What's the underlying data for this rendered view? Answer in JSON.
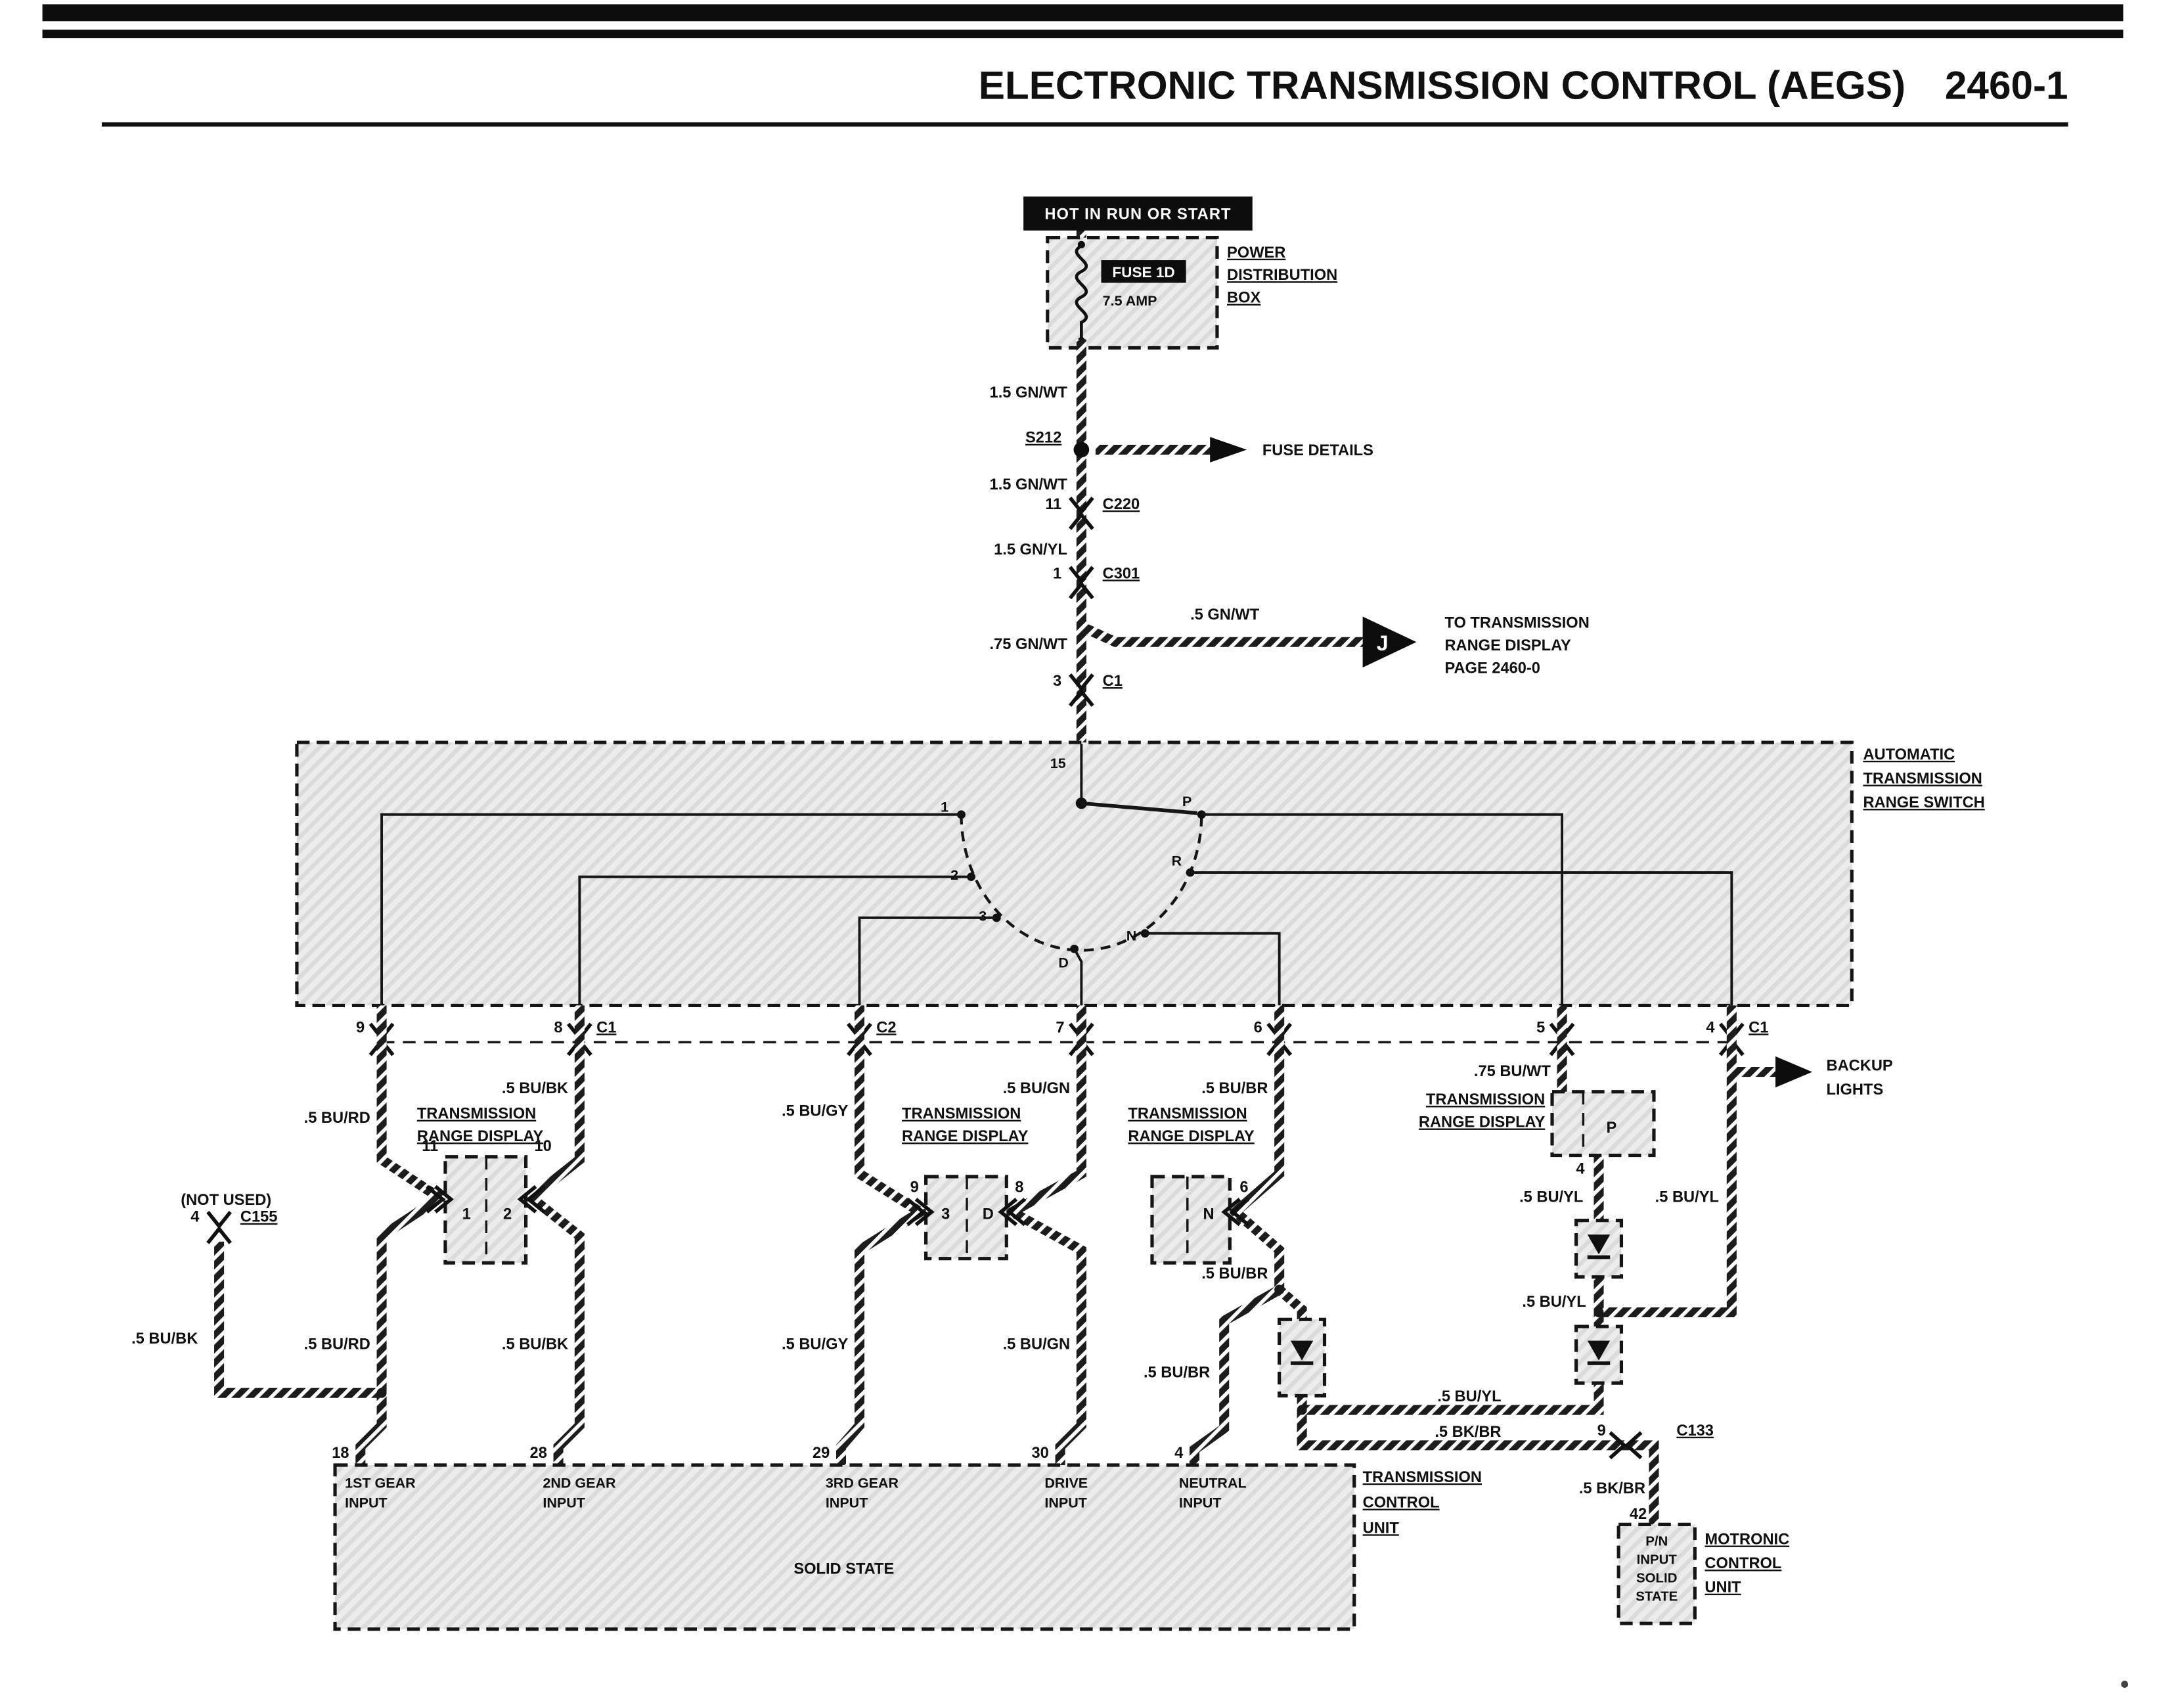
{
  "page": {
    "title": "ELECTRONIC TRANSMISSION CONTROL (AEGS)",
    "number": "2460-1"
  },
  "top": {
    "banner": "HOT IN RUN OR START",
    "fuse": {
      "name": "FUSE 1D",
      "rating": "7.5 AMP"
    },
    "pdb": [
      "POWER",
      "DISTRIBUTION",
      "BOX"
    ],
    "w1": "1.5 GN/WT",
    "splice": "S212",
    "fuse_details": "FUSE DETAILS",
    "w2": "1.5 GN/WT",
    "c220": {
      "pin": "11",
      "name": "C220"
    },
    "w3": "1.5 GN/YL",
    "c301": {
      "pin": "1",
      "name": "C301"
    },
    "branch": {
      "wire": ".5 GN/WT",
      "tag": "J",
      "dest": [
        "TO TRANSMISSION",
        "RANGE DISPLAY",
        "PAGE 2460-0"
      ]
    },
    "w4": ".75 GN/WT",
    "c1": {
      "pin": "3",
      "name": "C1"
    }
  },
  "switch": {
    "label": [
      "AUTOMATIC",
      "TRANSMISSION",
      "RANGE SWITCH"
    ],
    "pin15": "15",
    "pos": {
      "p1": "1",
      "p2": "2",
      "p3": "3",
      "d": "D",
      "n": "N",
      "r": "R",
      "p": "P"
    },
    "row": {
      "pin9": "9",
      "pin8": "8",
      "c1a": "C1",
      "c2": "C2",
      "pin7": "7",
      "pin6": "6",
      "pin5": "5",
      "pin4": "4",
      "c1b": "C1"
    }
  },
  "wiresA": {
    "w9": ".5 BU/RD",
    "w8": ".5 BU/BK",
    "wc2": ".5 BU/GY",
    "w7": ".5 BU/GN",
    "w6": ".5 BU/BR",
    "w5": ".75 BU/WT"
  },
  "backup": {
    "l1": "BACKUP",
    "l2": "LIGHTS"
  },
  "displays": {
    "label": [
      "TRANSMISSION",
      "RANGE DISPLAY"
    ],
    "d1": {
      "pinl": "11",
      "pinr": "10",
      "c1": "1",
      "c2": "2"
    },
    "d2": {
      "pinl": "9",
      "pinr": "8",
      "c1": "3",
      "c2": "D"
    },
    "d3": {
      "pinr": "6",
      "c": "N"
    },
    "d4": {
      "c": "P",
      "pinb": "4"
    }
  },
  "notused": {
    "label": "(NOT USED)",
    "pin": "4",
    "name": "C155",
    "wire": ".5 BU/BK"
  },
  "wiresB": {
    "w18": ".5 BU/RD",
    "w28": ".5 BU/BK",
    "w29": ".5 BU/GY",
    "w30": ".5 BU/GN",
    "wn1": ".5 BU/BR",
    "wn2": ".5 BU/BR",
    "wyl1": ".5 BU/YL",
    "wyl2": ".5 BU/YL",
    "wyl3": ".5 BU/YL",
    "wyl4": ".5 BU/YL",
    "wbk1": ".5 BK/BR",
    "wbk2": ".5 BK/BR"
  },
  "c133": {
    "pin": "9",
    "name": "C133",
    "pin42": "42"
  },
  "tcu": {
    "pins": [
      "18",
      "28",
      "29",
      "30",
      "4"
    ],
    "in1": [
      "1ST GEAR",
      "INPUT"
    ],
    "in2": [
      "2ND GEAR",
      "INPUT"
    ],
    "in3": [
      "3RD GEAR",
      "INPUT"
    ],
    "in4": [
      "DRIVE",
      "INPUT"
    ],
    "in5": [
      "NEUTRAL",
      "INPUT"
    ],
    "solid": "SOLID STATE",
    "label": [
      "TRANSMISSION",
      "CONTROL",
      "UNIT"
    ]
  },
  "motronic": {
    "box": [
      "P/N",
      "INPUT",
      "SOLID",
      "STATE"
    ],
    "label": [
      "MOTRONIC",
      "CONTROL",
      "UNIT"
    ]
  }
}
